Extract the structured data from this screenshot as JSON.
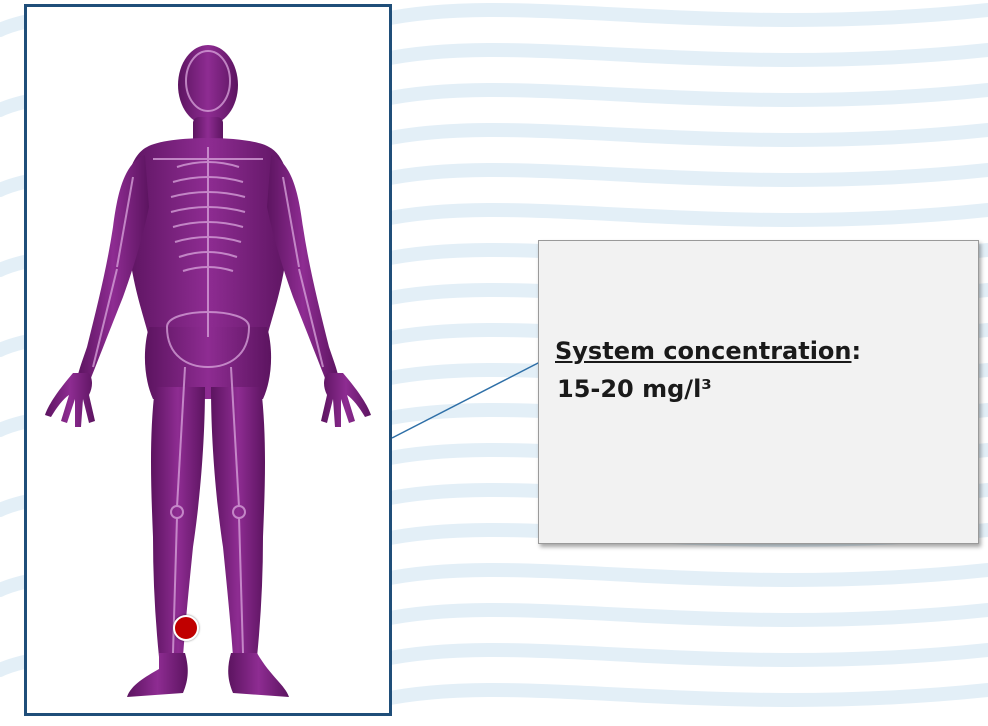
{
  "callout": {
    "label": "System concentration",
    "label_suffix": ":",
    "value": "15-20 mg/l³"
  },
  "marker": {
    "color": "#c00000",
    "location": "lower right leg"
  },
  "figure": {
    "icon": "human-skeleton-figure",
    "color": "#7a1f7e",
    "frame_color": "#1f4e79"
  },
  "background": {
    "pattern": "wave-lines",
    "color": "#dcecf6"
  },
  "info_box": {
    "background": "#f2f2f2",
    "border": "#9a9a9a"
  }
}
